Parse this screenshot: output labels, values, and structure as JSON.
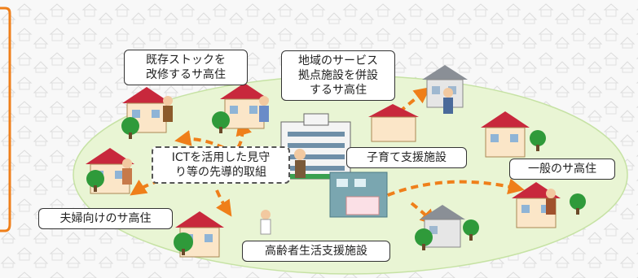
{
  "labels": {
    "renovation": [
      "既存ストックを",
      "改修するサ高住"
    ],
    "service_hub": [
      "地域のサービス",
      "拠点施設を併設",
      "するサ高住"
    ],
    "ict": [
      "ICTを活用した見守",
      "り等の先導的取組"
    ],
    "childcare": "子育て支援施設",
    "general": "一般のサ高住",
    "couples": "夫婦向けのサ高住",
    "elderly_support": "高齢者生活支援施設"
  },
  "colors": {
    "arrow": "#ef7f1a",
    "frame_accent": "#ef7f1a",
    "roof": "#c8283c",
    "wall": "#fbe6c8",
    "tree": "#2f9a3a",
    "ground": "#e9f5d4"
  }
}
